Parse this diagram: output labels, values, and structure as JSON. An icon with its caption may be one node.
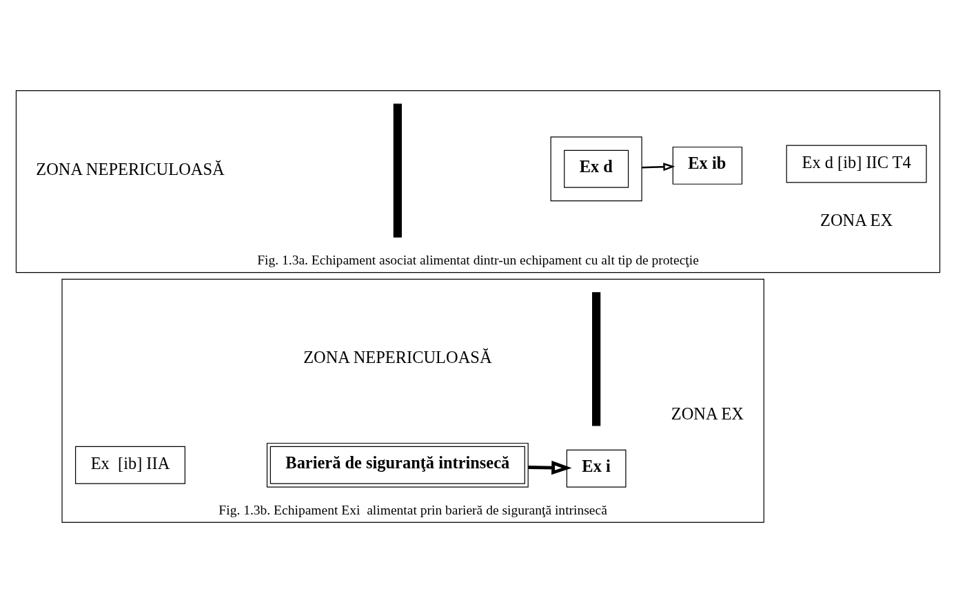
{
  "diagram": {
    "nodes": [
      {
        "text": [
          "Fig. 1.3a. Echipament asociat alimentat dintr-un echipament cu alt tip de protecţie"
        ]
      },
      {
        "text": [],
        "shape": "bar",
        "in": 0
      },
      {
        "text": [],
        "shape": "box",
        "in": 0
      },
      {
        "text": [
          "Ex d"
        ],
        "in": 2
      },
      {
        "text": [
          "Ex ib"
        ],
        "in": 0
      },
      {
        "text": [
          "Ex d [ib] IIC T4"
        ],
        "in": 0
      },
      {
        "text": [
          "Fig. 1.3b. Echipament Exi  alimentat prin barieră de siguranţă intrinsecă"
        ]
      },
      {
        "text": [
          "Barieră de siguranţă intrinsecă"
        ],
        "in": 6
      },
      {
        "text": [
          "Ex  [ib] IIA"
        ],
        "in": 6
      },
      {
        "text": [],
        "shape": "bar",
        "in": 6
      },
      {
        "text": [
          "Ex i"
        ],
        "in": 6
      }
    ],
    "edges": [
      {
        "from": 2,
        "to": 4,
        "arrow": "to"
      },
      {
        "from": 7,
        "to": 10,
        "arrow": "to",
        "style": "thick"
      }
    ],
    "labels": [
      "ZONA EX",
      "ZONA NEPERICULOASĂ",
      "ZONA NEPERICULOASĂ",
      "ZONA EX"
    ]
  }
}
